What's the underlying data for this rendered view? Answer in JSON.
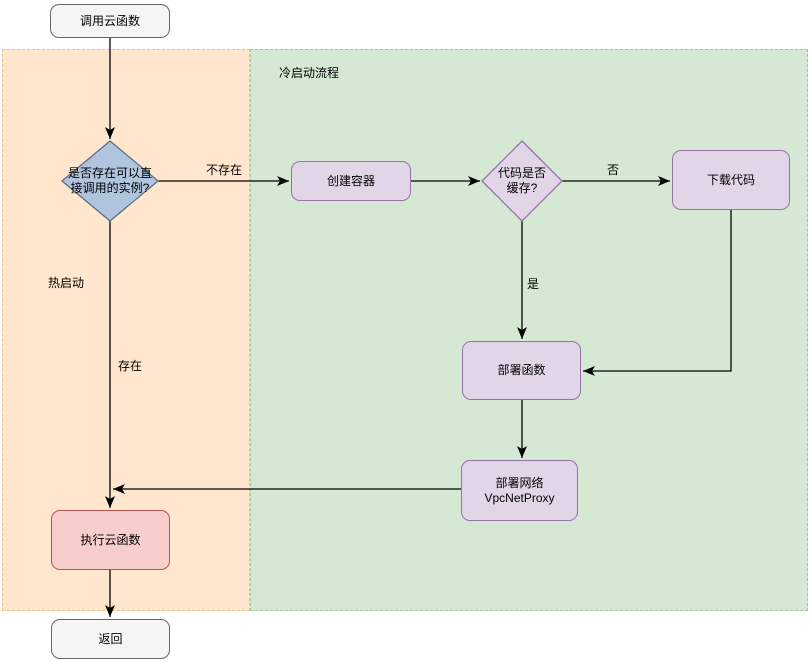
{
  "diagram": {
    "regions": {
      "cold_start": {
        "label": "冷启动流程"
      }
    },
    "nodes": {
      "start": {
        "label": "调用云函数"
      },
      "instance_check": {
        "line1": "是否存在可以直",
        "line2": "接调用的实例?"
      },
      "create_container": {
        "label": "创建容器"
      },
      "code_cached": {
        "line1": "代码是否",
        "line2": "缓存?"
      },
      "download_code": {
        "label": "下载代码"
      },
      "deploy_function": {
        "label": "部署函数"
      },
      "deploy_network": {
        "line1": "部署网络",
        "line2": "VpcNetProxy"
      },
      "execute_function": {
        "label": "执行云函数"
      },
      "return": {
        "label": "返回"
      }
    },
    "edge_labels": {
      "not_exists": "不存在",
      "warm_start": "热启动",
      "exists": "存在",
      "no": "否",
      "yes": "是"
    },
    "colors": {
      "text": "#000000",
      "edge": "#000000",
      "region_warm_fill": "#ffe6cc",
      "region_warm_border": "#e8c48c",
      "region_cold_fill": "#d5e8d4",
      "region_cold_border": "#a9c3a1",
      "node_gray_fill": "#f5f5f5",
      "node_gray_border": "#666666",
      "node_blue_fill": "#b0c4de",
      "node_blue_border": "#5d7089",
      "node_purple_fill": "#e1d5e7",
      "node_purple_border": "#9673a6",
      "node_pink_fill": "#f8cecc",
      "node_pink_border": "#b85450"
    }
  }
}
